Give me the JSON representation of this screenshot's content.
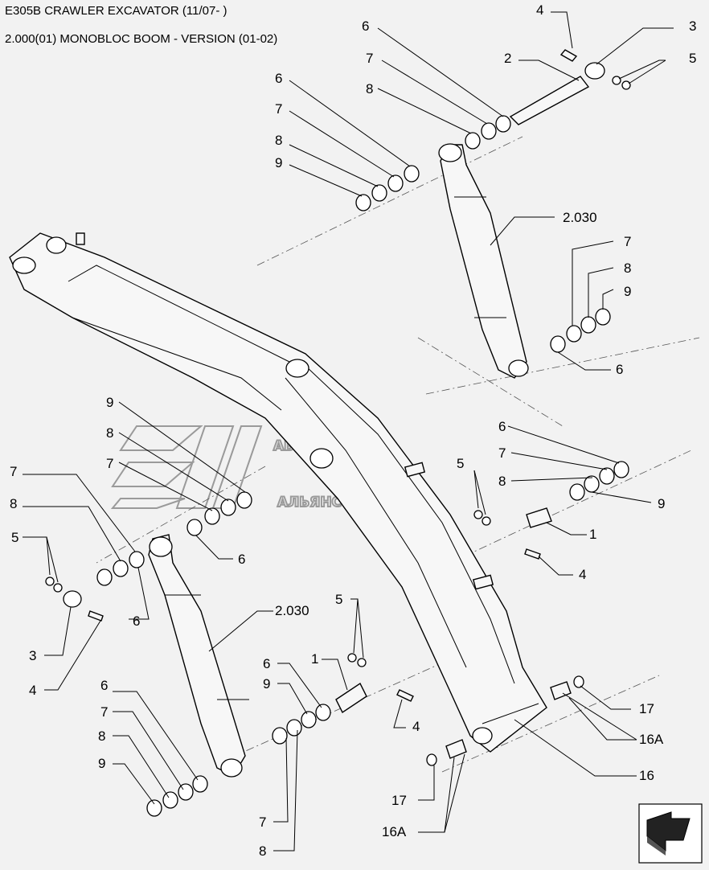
{
  "header": {
    "model": "E305B CRAWLER EXCAVATOR (11/07- )",
    "group": "2.000(01) MONOBLOC BOOM - VERSION (01-02)"
  },
  "watermark": {
    "line1": "АВТО",
    "line2": "АЛЬЯНС"
  },
  "callouts": {
    "c4_top": "4",
    "c6_top": "6",
    "c3_top": "3",
    "c7_top": "7",
    "c2_top": "2",
    "c5_top": "5",
    "c8_top": "8",
    "c6_ul": "6",
    "c7_ul": "7",
    "c8_ul": "8",
    "c9_ul": "9",
    "c2030_top": "2.030",
    "c7_r": "7",
    "c8_r": "8",
    "c9_r": "9",
    "c6_r": "6",
    "c6_rm": "6",
    "c7_rm": "7",
    "c5_rm": "5",
    "c8_rm": "8",
    "c9_rm": "9",
    "c1_rm": "1",
    "c4_rm": "4",
    "c9_lm": "9",
    "c8_lm": "8",
    "c7_lm": "7",
    "c7_l": "7",
    "c8_l": "8",
    "c5_l": "5",
    "c6_lm": "6",
    "c6_l2": "6",
    "c2030_bot": "2.030",
    "c3_l": "3",
    "c4_l": "4",
    "c5_bm": "5",
    "c1_bm": "1",
    "c6_bm": "6",
    "c9_bm": "9",
    "c4_bm": "4",
    "c17_r": "17",
    "c16a_r": "16A",
    "c16_r": "16",
    "c6_bl": "6",
    "c7_bl": "7",
    "c8_bl": "8",
    "c9_bl": "9",
    "c17_b": "17",
    "c16a_b": "16A",
    "c7_bb": "7",
    "c8_bb": "8"
  },
  "icons": {
    "nav": "next-page-arrow-icon"
  }
}
